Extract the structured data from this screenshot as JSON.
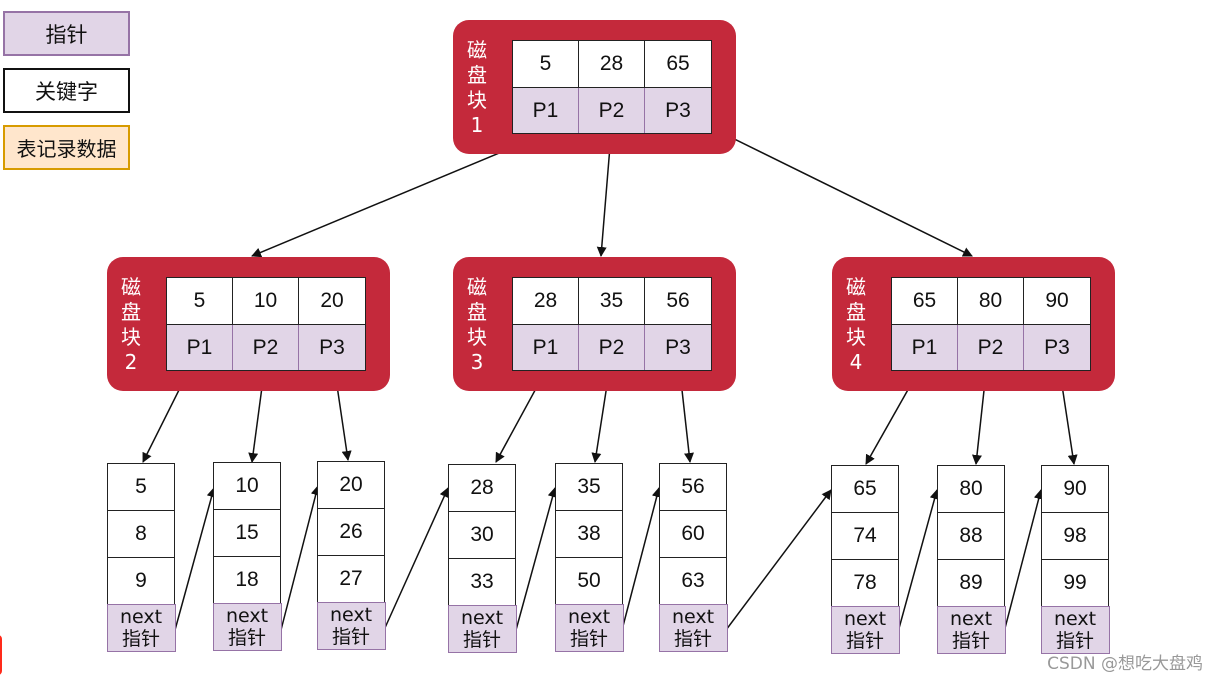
{
  "legend": {
    "pointer": "指针",
    "key": "关键字",
    "record": "表记录数据"
  },
  "colors": {
    "disk_block": "#c4293b",
    "pointer_fill": "#e1d5e7",
    "pointer_border": "#9673a6",
    "record_fill": "#ffe6cc",
    "record_border": "#d79b00"
  },
  "root": {
    "label": [
      "磁",
      "盘",
      "块",
      "1"
    ],
    "keys": [
      "5",
      "28",
      "65"
    ],
    "pointers": [
      "P1",
      "P2",
      "P3"
    ]
  },
  "internal": [
    {
      "label": [
        "磁",
        "盘",
        "块",
        "2"
      ],
      "keys": [
        "5",
        "10",
        "20"
      ],
      "pointers": [
        "P1",
        "P2",
        "P3"
      ]
    },
    {
      "label": [
        "磁",
        "盘",
        "块",
        "3"
      ],
      "keys": [
        "28",
        "35",
        "56"
      ],
      "pointers": [
        "P1",
        "P2",
        "P3"
      ]
    },
    {
      "label": [
        "磁",
        "盘",
        "块",
        "4"
      ],
      "keys": [
        "65",
        "80",
        "90"
      ],
      "pointers": [
        "P1",
        "P2",
        "P3"
      ]
    }
  ],
  "leaves": [
    {
      "keys": [
        "5",
        "8",
        "9"
      ]
    },
    {
      "keys": [
        "10",
        "15",
        "18"
      ]
    },
    {
      "keys": [
        "20",
        "26",
        "27"
      ]
    },
    {
      "keys": [
        "28",
        "30",
        "33"
      ]
    },
    {
      "keys": [
        "35",
        "38",
        "50"
      ]
    },
    {
      "keys": [
        "56",
        "60",
        "63"
      ]
    },
    {
      "keys": [
        "65",
        "74",
        "78"
      ]
    },
    {
      "keys": [
        "80",
        "88",
        "89"
      ]
    },
    {
      "keys": [
        "90",
        "98",
        "99"
      ]
    }
  ],
  "next_label": [
    "next",
    "指针"
  ],
  "watermark": "CSDN @想吃大盘鸡"
}
